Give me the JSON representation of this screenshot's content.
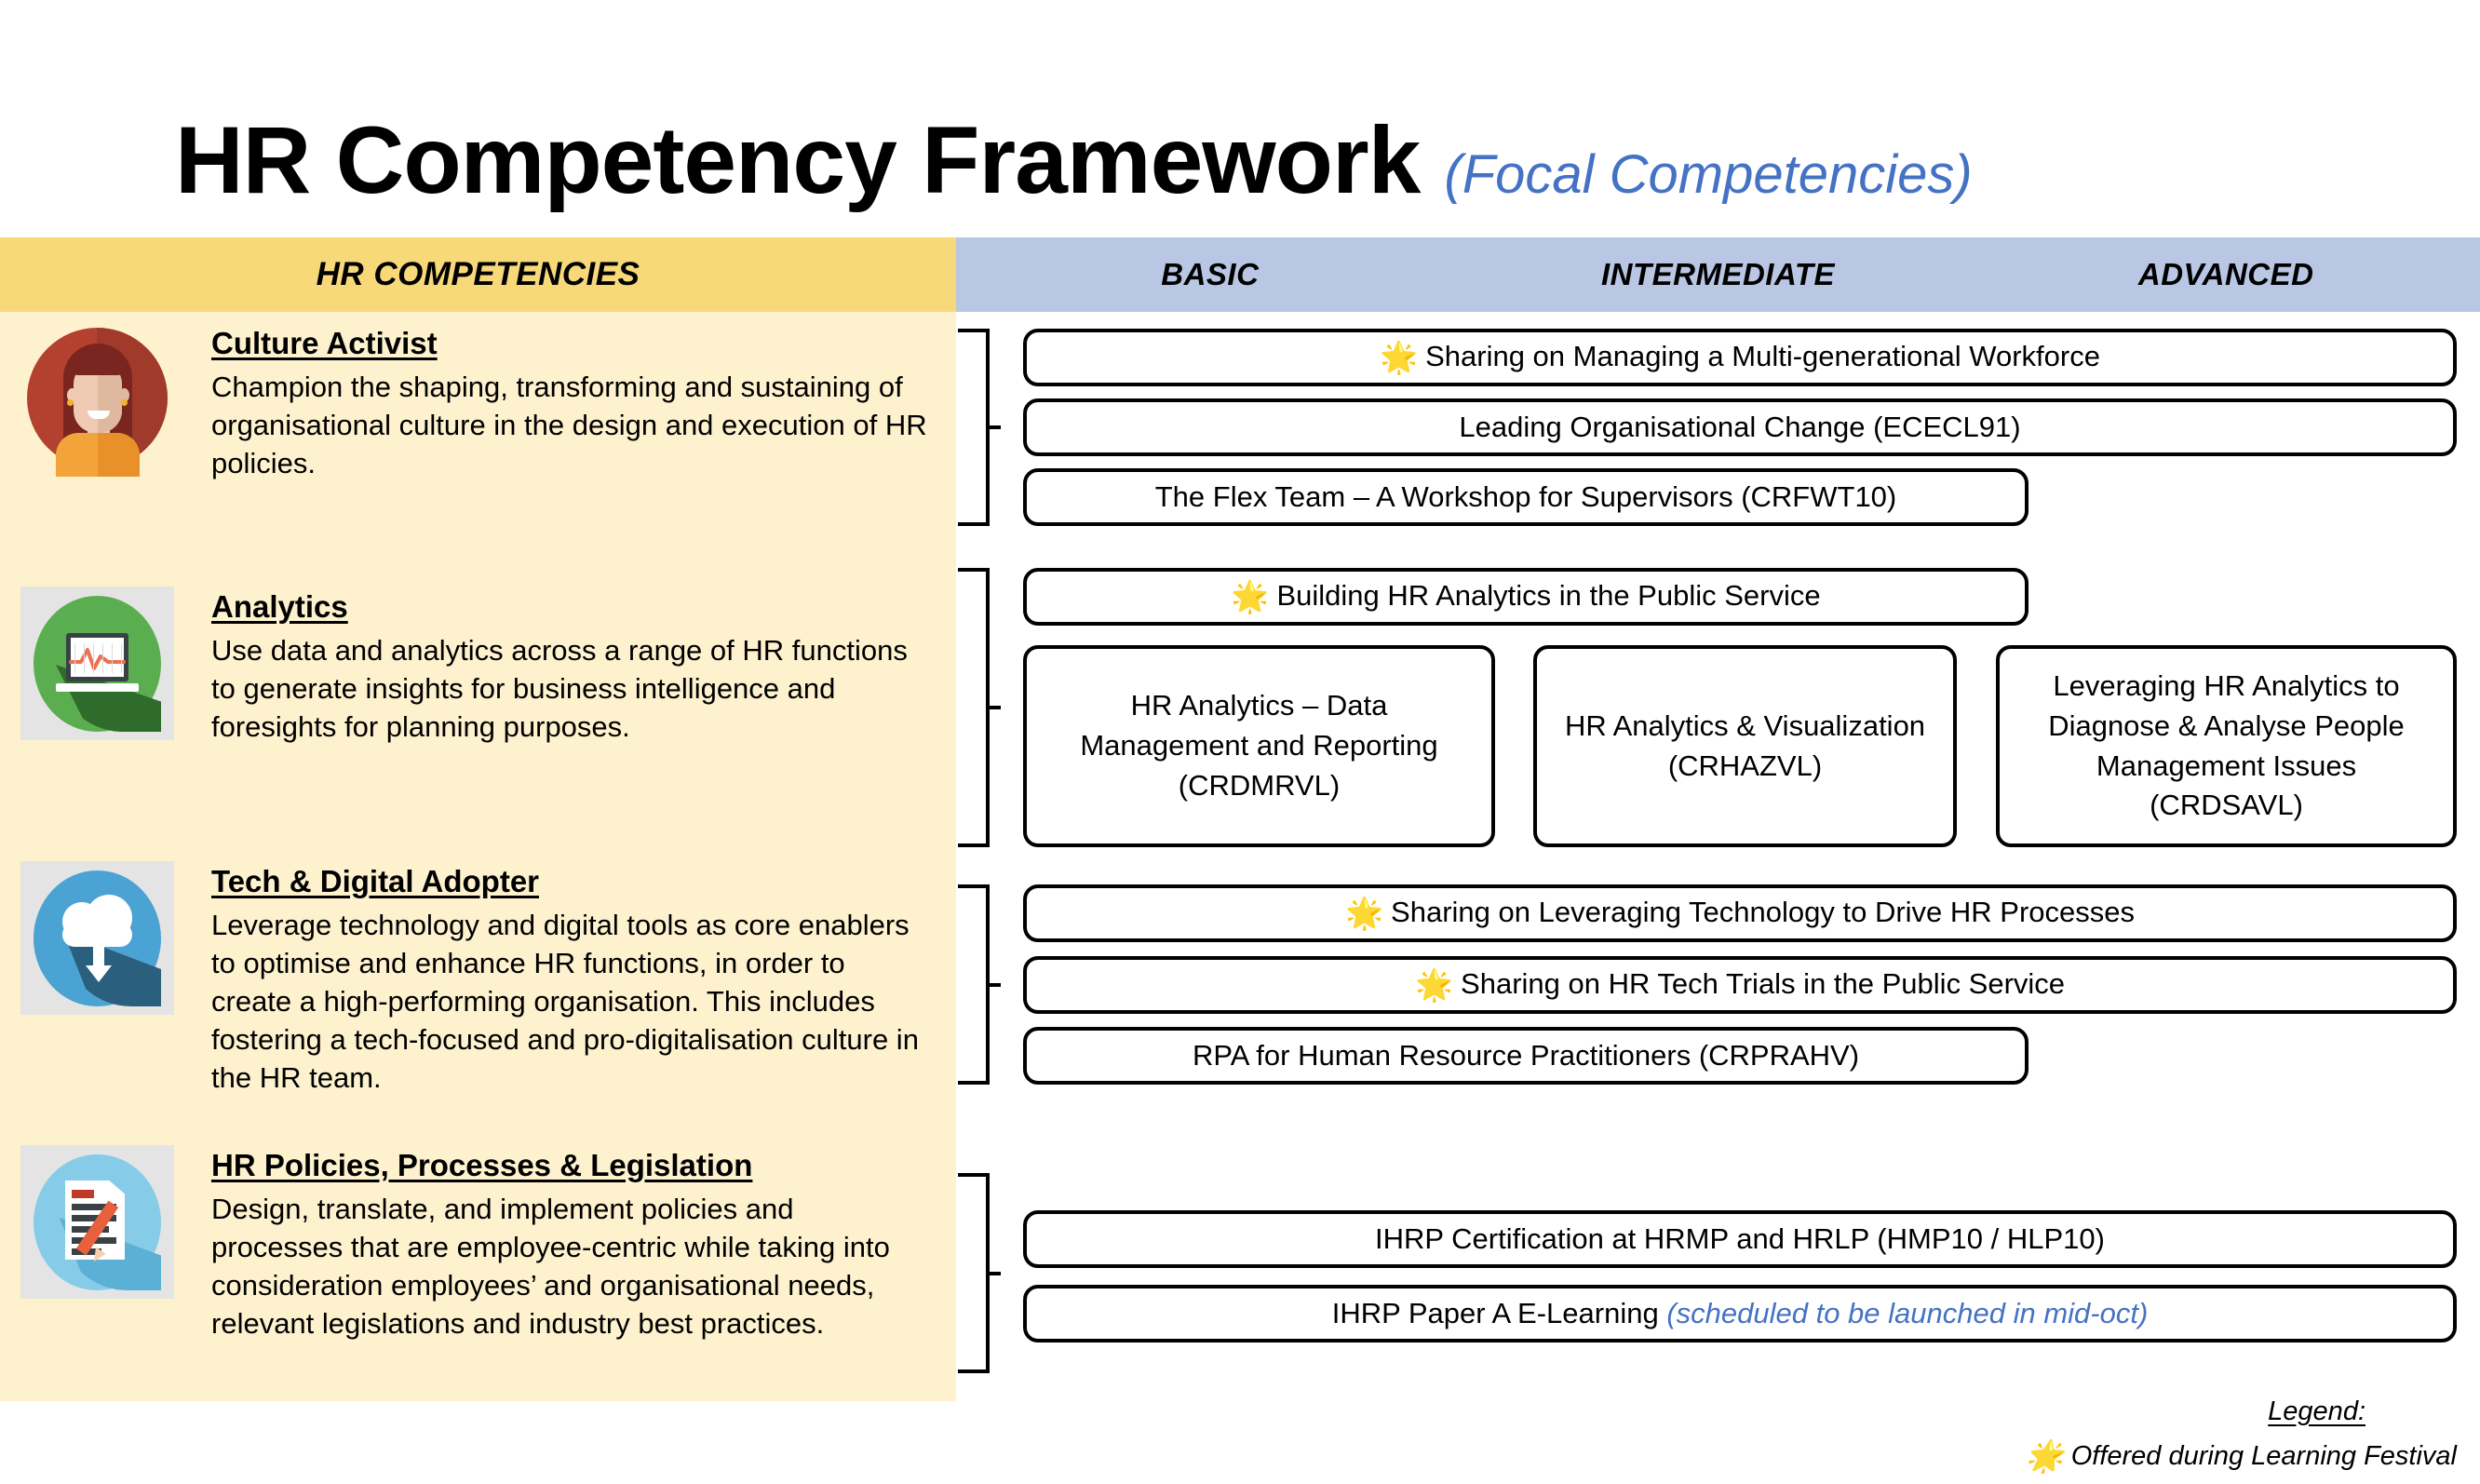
{
  "title": {
    "main": "HR Competency Framework",
    "subtitle": "(Focal Competencies)"
  },
  "header": {
    "left_label": "HR COMPETENCIES",
    "levels": [
      "BASIC",
      "INTERMEDIATE",
      "ADVANCED"
    ]
  },
  "colors": {
    "header_yellow": "#F8D979",
    "header_blue": "#B9C7E4",
    "panel_cream": "#FDF1CE",
    "accent_blue_text": "#4472C4",
    "star_gold": "#F5C council"
  },
  "competencies": [
    {
      "name": "Culture Activist",
      "icon": "woman-avatar-icon",
      "description": "Champion the shaping, transforming and sustaining of organisational culture in the design and execution of HR policies.",
      "courses": [
        {
          "label": "Sharing on Managing a Multi-generational Workforce",
          "star": true,
          "span": "full"
        },
        {
          "label": "Leading Organisational Change (ECECL91)",
          "star": false,
          "span": "full"
        },
        {
          "label": "The Flex Team – A Workshop for Supervisors (CRFWT10)",
          "star": false,
          "span": "two-thirds"
        }
      ]
    },
    {
      "name": "Analytics",
      "icon": "analytics-laptop-icon",
      "description": "Use data and analytics across a range of HR functions to generate insights for business intelligence and foresights for planning purposes.",
      "courses": [
        {
          "label": "Building HR Analytics in the Public Service",
          "star": true,
          "span": "two-thirds"
        },
        {
          "label": "HR Analytics – Data Management and Reporting (CRDMRVL)",
          "star": false,
          "span": "col-1"
        },
        {
          "label": "HR Analytics & Visualization (CRHAZVL)",
          "star": false,
          "span": "col-2"
        },
        {
          "label": "Leveraging HR Analytics to Diagnose & Analyse People Management Issues (CRDSAVL)",
          "star": false,
          "span": "col-3"
        }
      ]
    },
    {
      "name": "Tech & Digital Adopter",
      "icon": "cloud-sync-icon",
      "description": "Leverage technology and digital tools as core enablers to optimise and enhance HR functions, in order to create a high-performing organisation. This includes fostering a tech-focused and pro-digitalisation culture in the HR team.",
      "courses": [
        {
          "label": "Sharing on Leveraging Technology to Drive HR Processes",
          "star": true,
          "span": "full"
        },
        {
          "label": "Sharing on HR Tech Trials in the Public Service",
          "star": true,
          "span": "full"
        },
        {
          "label": "RPA for Human Resource Practitioners (CRPRAHV)",
          "star": false,
          "span": "two-thirds"
        }
      ]
    },
    {
      "name": "HR Policies, Processes & Legislation",
      "icon": "document-pencil-icon",
      "description": "Design, translate, and implement policies and processes that are employee-centric while taking into consideration employees’ and organisational needs, relevant legislations and industry best practices.",
      "courses": [
        {
          "label": "IHRP Certification at HRMP and HRLP (HMP10 / HLP10)",
          "star": false,
          "span": "full"
        },
        {
          "label": "IHRP Paper A E-Learning ",
          "note": "(scheduled to be launched in mid-oct)",
          "star": false,
          "span": "full"
        }
      ]
    }
  ],
  "legend": {
    "title": "Legend:",
    "star_glyph": "🌟",
    "entry": "Offered during Learning Festival"
  }
}
